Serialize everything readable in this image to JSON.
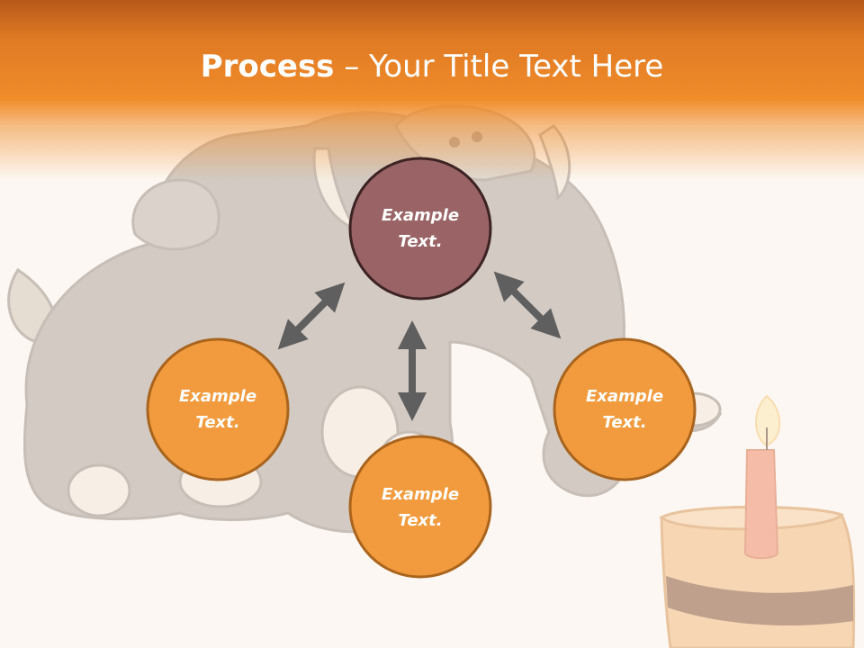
{
  "slide": {
    "title_bold": "Process",
    "title_rest": " – Your Title Text Here"
  },
  "diagram": {
    "top_node": {
      "line1": "Example",
      "line2": "Text.",
      "fill": "#9a6466"
    },
    "left_node": {
      "line1": "Example",
      "line2": "Text.",
      "fill": "#f29b3e"
    },
    "bottom_node": {
      "line1": "Example",
      "line2": "Text.",
      "fill": "#f29b3e"
    },
    "right_node": {
      "line1": "Example",
      "line2": "Text.",
      "fill": "#f29b3e"
    },
    "arrow_color": "#5f5f5f"
  },
  "colors": {
    "header_orange": "#f08c2a",
    "background": "#fcf7f2",
    "node_border": "#a9641d",
    "top_node_border": "#3d2324"
  }
}
